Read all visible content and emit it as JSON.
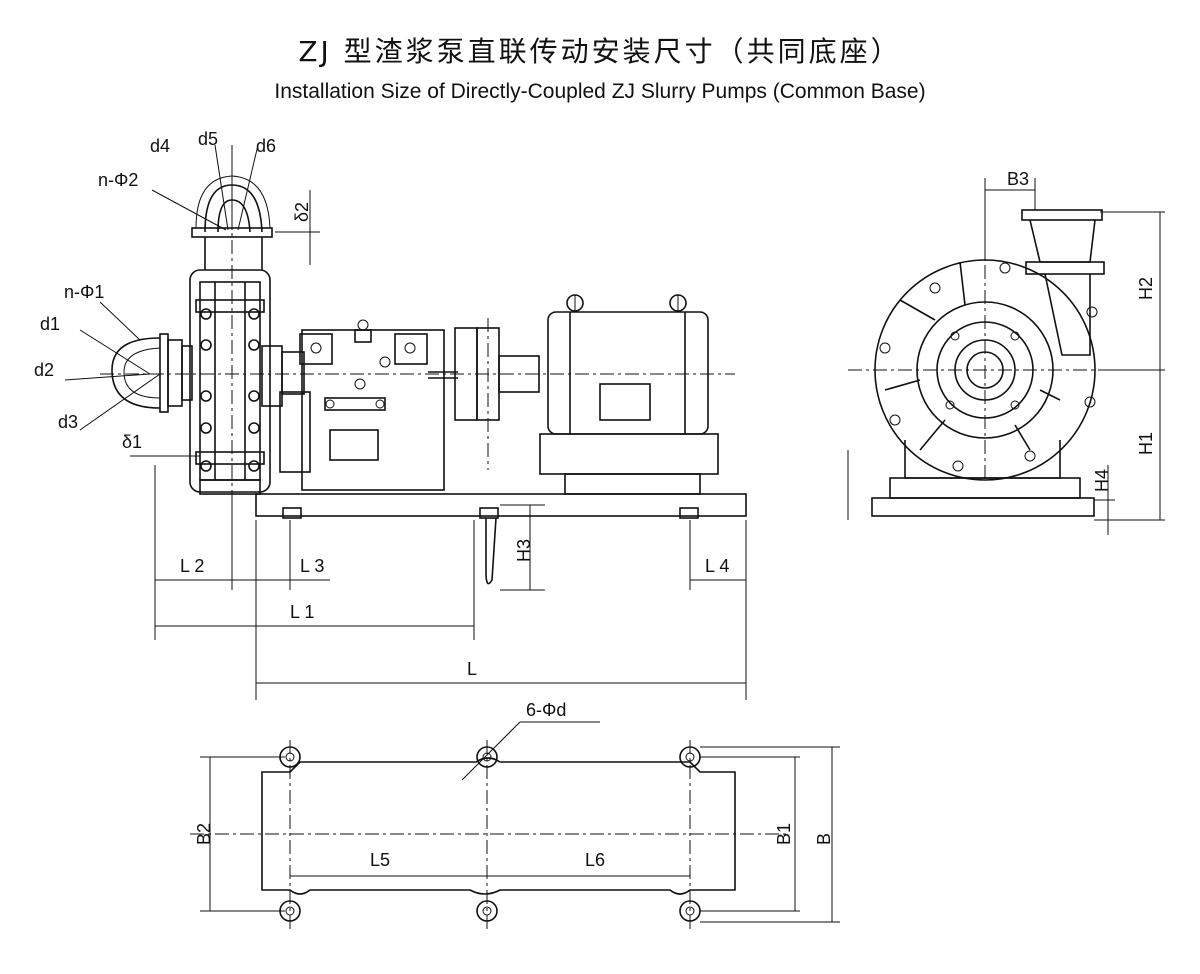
{
  "title": {
    "cn": "ZJ 型渣浆泵直联传动安装尺寸（共同底座）",
    "en": "Installation Size of Directly-Coupled ZJ Slurry Pumps (Common Base)"
  },
  "labels": {
    "d4": "d4",
    "d5": "d5",
    "d6": "d6",
    "nphi2": "n-Φ2",
    "delta2": "δ2",
    "nphi1": "n-Φ1",
    "d1": "d1",
    "d2": "d2",
    "d3": "d3",
    "delta1": "δ1",
    "L2": "L 2",
    "L3": "L 3",
    "L1": "L 1",
    "L": "L",
    "H3": "H3",
    "L4": "L 4",
    "B3": "B3",
    "H2": "H2",
    "H1": "H1",
    "H4": "H4",
    "sixphid": "6-Φd",
    "B2": "B2",
    "L5": "L5",
    "L6": "L6",
    "B1": "B1",
    "B": "B"
  }
}
